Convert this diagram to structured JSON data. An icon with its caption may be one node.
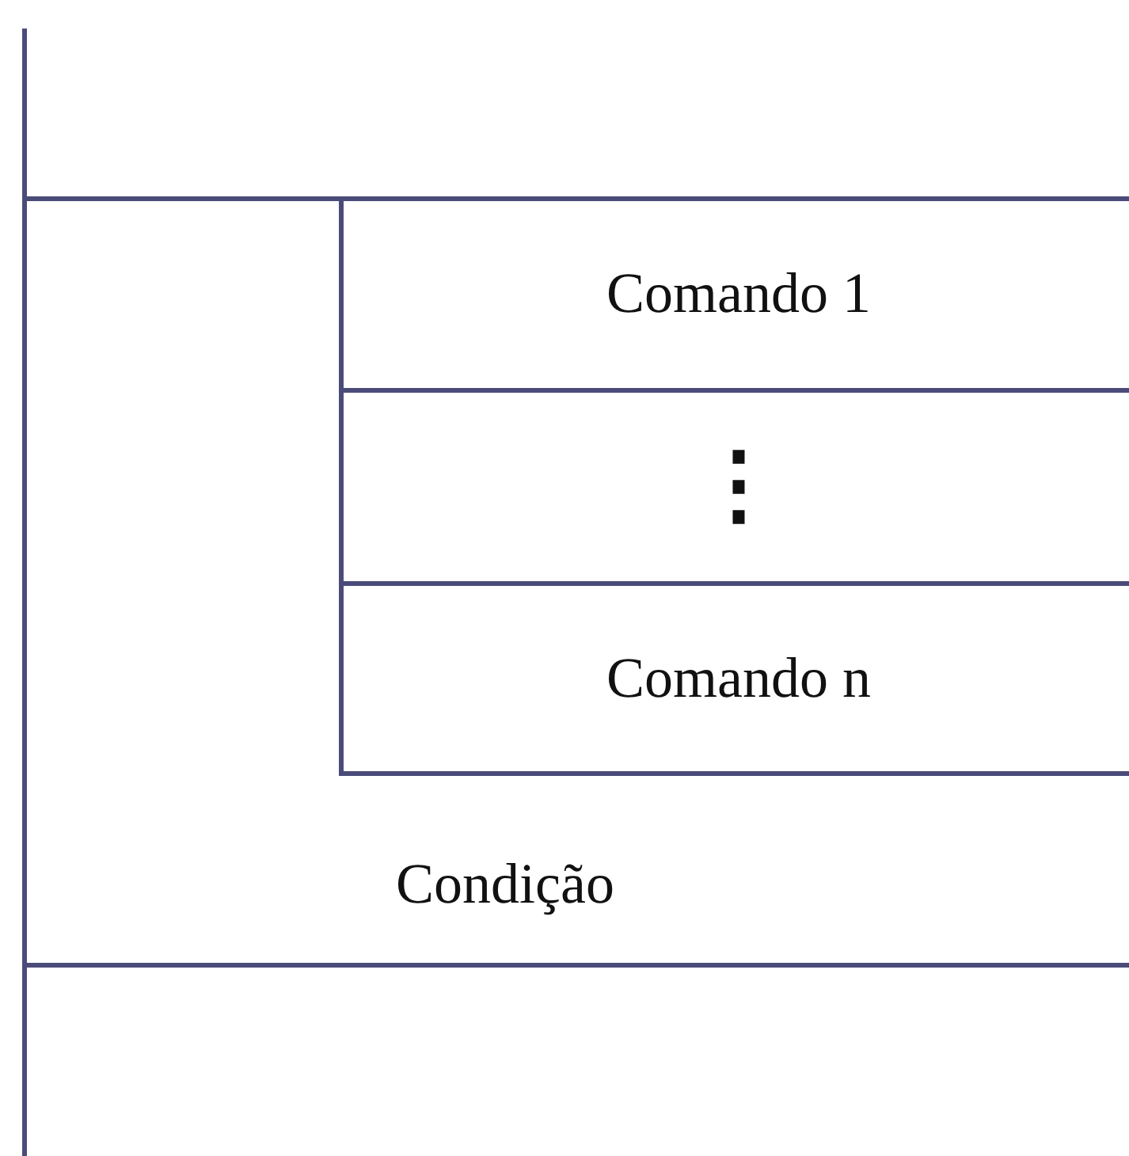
{
  "diagram": {
    "nodes": [
      {
        "text": [],
        "shape": "box"
      },
      {
        "text": [
          "Condição"
        ]
      },
      {
        "text": [
          "Comando 1"
        ],
        "in": 1
      },
      {
        "text": [
          "⋮"
        ],
        "in": 1
      },
      {
        "text": [
          "Comando n"
        ],
        "in": 1
      },
      {
        "text": [],
        "shape": "box"
      }
    ]
  }
}
